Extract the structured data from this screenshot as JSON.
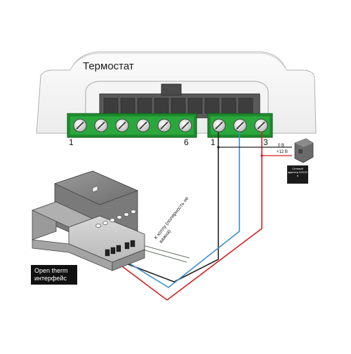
{
  "thermostat": {
    "title": "Термостат",
    "terminals_left": {
      "first": "1",
      "last": "6"
    },
    "terminals_right": {
      "first": "1",
      "last": "3"
    }
  },
  "power": {
    "zero_label": "0 В",
    "plus_label": "+12 В",
    "adapter_label": "Сетевой адаптер 220/12 в"
  },
  "interface": {
    "label": "Open therm интерфейс"
  },
  "boiler_wire": {
    "label": "К котлу (полярность не важна)"
  },
  "colors": {
    "terminal_green": "#1e8c2e",
    "wire_red": "#d81e1e",
    "wire_blue": "#3a8fc9",
    "wire_black": "#222222",
    "device_gray": "#8a8a8a"
  }
}
